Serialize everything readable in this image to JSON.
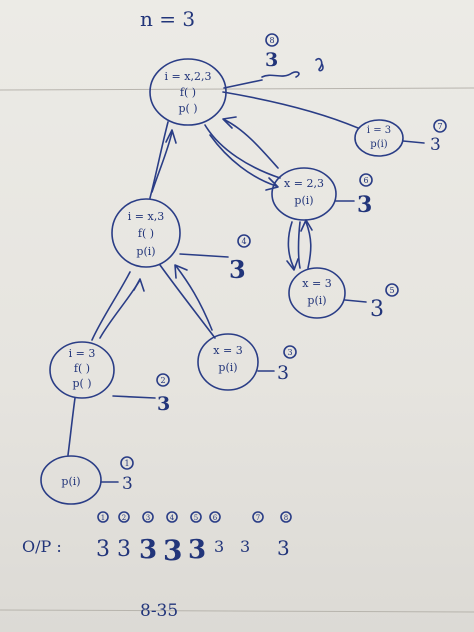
{
  "header": {
    "title": "n = 3"
  },
  "nodes": [
    {
      "id": "root",
      "lines": [
        "i = x,2,3",
        "f( )",
        "p( )"
      ]
    },
    {
      "id": "n2",
      "lines": [
        "i = x,3",
        "f( )",
        "p(i)"
      ]
    },
    {
      "id": "n3",
      "lines": [
        "i = 3",
        "f( )",
        "p( )"
      ]
    },
    {
      "id": "n4",
      "lines": [
        "p(i)"
      ]
    },
    {
      "id": "n5",
      "lines": [
        "x = 3",
        "p(i)"
      ]
    },
    {
      "id": "n6",
      "lines": [
        "x = 2,3",
        "p(i)"
      ]
    },
    {
      "id": "n7",
      "lines": [
        "x = 3",
        "p(i)"
      ]
    },
    {
      "id": "n8",
      "lines": [
        "i = 3",
        "p(i)"
      ]
    }
  ],
  "outputs": [
    {
      "node": "n4",
      "step": "1",
      "value": "3"
    },
    {
      "node": "n3",
      "step": "2",
      "value": "3"
    },
    {
      "node": "n5",
      "step": "3",
      "value": "3"
    },
    {
      "node": "n2",
      "step": "4",
      "value": "3"
    },
    {
      "node": "n7",
      "step": "5",
      "value": "3"
    },
    {
      "node": "n6",
      "step": "6",
      "value": "3"
    },
    {
      "node": "n8",
      "step": "7",
      "value": "3"
    },
    {
      "node": "root",
      "step": "8",
      "value": "3"
    }
  ],
  "op": {
    "label": "O/P :",
    "steps": [
      "1",
      "2",
      "3",
      "4",
      "5",
      "6",
      "7",
      "8"
    ],
    "values": [
      "3",
      "3",
      "3",
      "3",
      "3",
      "3",
      "3",
      "3"
    ]
  },
  "footer": {
    "page_note": "8-35"
  },
  "colors": {
    "ink": "#2a3d86",
    "paper": "#e9e7e2"
  }
}
